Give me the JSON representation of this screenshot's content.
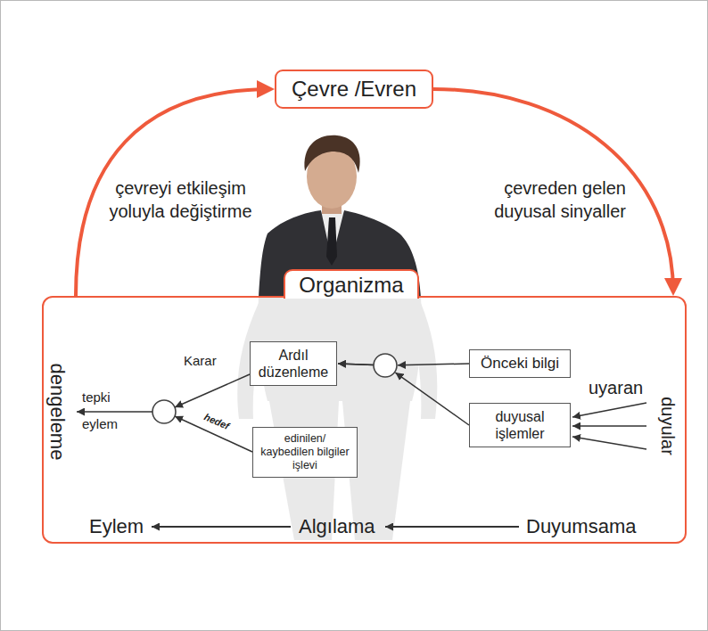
{
  "diagram": {
    "nodes": [
      {
        "text": [
          "Çevre /Evren"
        ]
      },
      {
        "text": [
          "Organizma"
        ]
      },
      {
        "text": [
          "Önceki bilgi"
        ],
        "in": 1
      },
      {
        "text": [
          "duyusal işlemler"
        ],
        "in": 1
      },
      {
        "text": [
          "Ardıl düzenleme"
        ],
        "in": 1
      },
      {
        "text": [
          "edinilen/ kaybedilen bilgiler işlevi"
        ],
        "in": 1
      }
    ],
    "edges": [
      {
        "from": 1,
        "to": 0,
        "arrow": "to",
        "label": "çevreyi etkileşim yoluyla değiştirme"
      },
      {
        "from": 0,
        "to": 1,
        "arrow": "to",
        "label": "çevreden gelen duyusal sinyaller"
      },
      {
        "from": 2,
        "to": 4,
        "arrow": "to"
      },
      {
        "from": 3,
        "to": 4,
        "arrow": "to"
      }
    ],
    "labels": [
      "Karar",
      "tepki",
      "eylem",
      "hedef",
      "dengeleme",
      "uyaran",
      "duyular",
      "Eylem",
      "Algılama",
      "Duyumsama"
    ]
  }
}
